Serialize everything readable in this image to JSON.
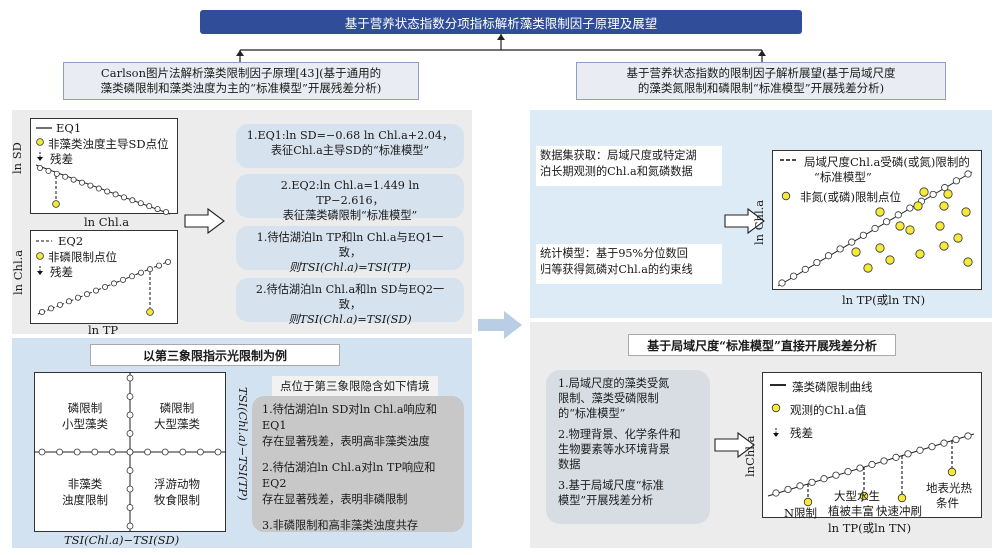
{
  "title": "基于营养状态指数分项指标解析藻类限制因子原理及展望",
  "left_header": {
    "line1": "Carlson图片法解析藻类限制因子原理[43](基于通用的",
    "line2": "藻类磷限制和藻类浊度为主的“标准模型”开展残差分析)"
  },
  "right_header": {
    "line1": "基于营养状态指数的限制因子解析展望(基于局域尺度",
    "line2": "的藻类氮限制和磷限制“标准模型”开展残差分析)"
  },
  "plot1": {
    "legend_line": "EQ1",
    "legend_point": "非藻类浊度主导SD点位",
    "legend_arrow": "残差",
    "xlabel": "ln Chl.a",
    "ylabel": "ln SD"
  },
  "plot2": {
    "legend_line": "EQ2",
    "legend_point": "非磷限制点位",
    "legend_arrow": "残差",
    "xlabel": "ln TP",
    "ylabel": "ln Chl.a"
  },
  "eq_boxes": {
    "eq1_line1": "1.EQ1:ln SD=−0.68 ln Chl.a+2.04，",
    "eq1_line2": "表征Chl.a主导SD的“标准模型”",
    "eq2_line1": "2.EQ2:ln Chl.a=1.449 ln TP−2.616，",
    "eq2_line2": "表征藻类磷限制“标准模型”",
    "c1_line1": "1.待估湖泊ln TP和ln Chl.a与EQ1一致，",
    "c1_line2": "则TSI(Chl.a)=TSI(TP)",
    "c2_line1": "2.待估湖泊ln Chl.a和ln SD与EQ2一致，",
    "c2_line2": "则TSI(Chl.a)=TSI(SD)"
  },
  "quadrant": {
    "header": "以第三象限指示光限制为例",
    "q_tl": [
      "磷限制",
      "小型藻类"
    ],
    "q_tr": [
      "磷限制",
      "大型藻类"
    ],
    "q_bl": [
      "非藻类",
      "浊度限制"
    ],
    "q_br": [
      "浮游动物",
      "牧食限制"
    ],
    "xlabel": "TSI(Chl.a)−TSI(SD)",
    "ylabel": "TSI(Chl.a)−TSI(TP)",
    "note_header": "点位于第三象限隐含如下情境",
    "note1": [
      "1.待估湖泊ln SD对ln Chl.a响应和EQ1",
      "存在显著残差，表明高非藻类浊度"
    ],
    "note2": [
      "2.待估湖泊ln Chl.a对ln TP响应和EQ2",
      "存在显著残差，表明非磷限制"
    ],
    "note3": "3.非磷限制和高非藻类浊度共存"
  },
  "right_top": {
    "box1": [
      "数据集获取：局域尺度或特定湖",
      "泊长期观测的Chl.a和氮磷数据"
    ],
    "box2": [
      "统计模型：基于95%分位数回",
      "归等获得氮磷对Chl.a的约束线"
    ],
    "legend_line": [
      "局域尺度Chl.a受磷(或氮)限制的",
      "“标准模型”"
    ],
    "legend_point": "非氮(或磷)限制点位",
    "xlabel": "ln TP(或ln TN)",
    "ylabel": "ln Chl.a"
  },
  "right_bottom": {
    "header": "基于局域尺度“标准模型”直接开展残差分析",
    "list1": [
      "1.局域尺度的藻类受氮",
      "限制、藻类受磷限制",
      "的“标准模型”"
    ],
    "list2": [
      "2.物理背景、化学条件和",
      "生物要素等水环境背景",
      "数据"
    ],
    "list3": [
      "3.基于局域尺度“标准",
      "模型”开展残差分析"
    ],
    "legend_line": "藻类磷限制曲线",
    "legend_point": "观测的Chl.a值",
    "legend_arrow": "残差",
    "ann_n": "N限制",
    "ann_plant": [
      "大型水生",
      "植被丰富"
    ],
    "ann_flush": "快速冲刷",
    "ann_geo": [
      "地表光热",
      "条件"
    ],
    "xlabel": "ln TP(或ln TN)",
    "ylabel": "lnChl.a"
  },
  "colors": {
    "title_bg": "#2f4d99",
    "dot_fill": "#f5ea3a",
    "panel_blue": "#d3e2f1",
    "panel_grey": "#ececec"
  }
}
